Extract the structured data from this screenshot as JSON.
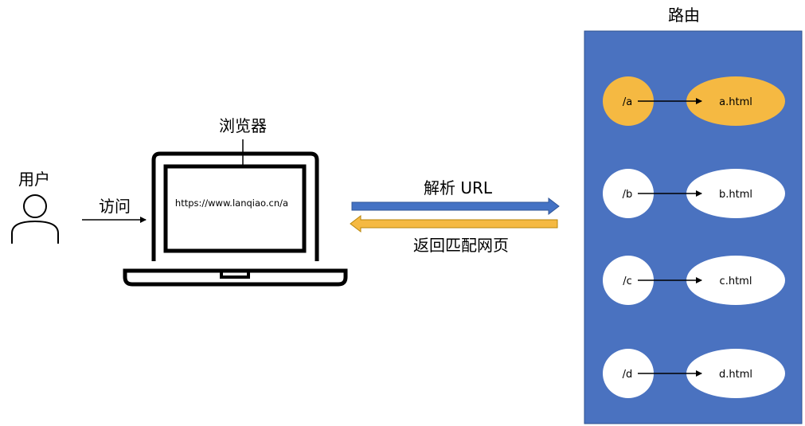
{
  "user": {
    "label": "用户",
    "icon": "person-icon"
  },
  "access": {
    "label": "访问"
  },
  "browser": {
    "label": "浏览器",
    "url": "https://www.lanqiao.cn/a",
    "icon": "laptop-icon"
  },
  "parse": {
    "label": "解析 URL",
    "color": "#4472C4"
  },
  "return": {
    "label": "返回匹配网页",
    "color": "#F5B942"
  },
  "router": {
    "title": "路由",
    "background": "#4A72C0",
    "routes": [
      {
        "path": "/a",
        "page": "a.html",
        "active": true
      },
      {
        "path": "/b",
        "page": "b.html",
        "active": false
      },
      {
        "path": "/c",
        "page": "c.html",
        "active": false
      },
      {
        "path": "/d",
        "page": "d.html",
        "active": false
      }
    ],
    "active_color": "#F5B942",
    "inactive_color": "#FFFFFF"
  }
}
